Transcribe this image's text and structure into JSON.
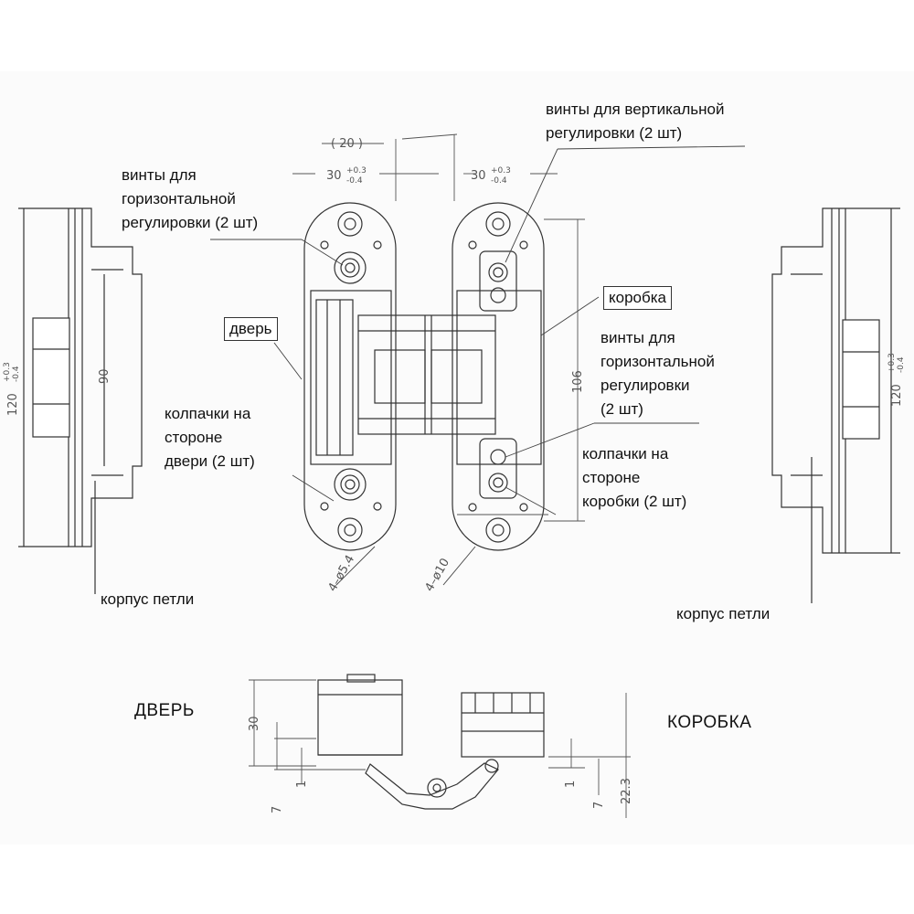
{
  "labels": {
    "vert_screws": "винты для вертикальной\nрегулировки (2 шт)",
    "horiz_screws_left": "винты для\nгоризонтальной\nрегулировки (2 шт)",
    "horiz_screws_right": "винты для\nгоризонтальной\nрегулировки\n(2 шт)",
    "door": "дверь",
    "frame": "коробка",
    "caps_door": "колпачки на\nстороне\nдвери (2 шт)",
    "caps_frame": "колпачки на\nстороне\nкоробки (2 шт)",
    "body_left": "корпус петли",
    "body_right": "корпус петли",
    "door_caps": "ДВЕРЬ",
    "frame_caps": "КОРОБКА"
  },
  "dimensions": {
    "top_width": "( 20 )",
    "width_30": "30",
    "tol_plus": "+0.3",
    "tol_minus": "-0.4",
    "height_120": "120",
    "depth_90": "90",
    "height_106": "106",
    "hole_small": "4–ø5.4",
    "hole_large": "4–ø10",
    "side_30": "30",
    "side_7_left": "7",
    "side_1_left": "1",
    "side_1_right": "1",
    "side_7_right": "7",
    "side_22_3": "22.3"
  }
}
